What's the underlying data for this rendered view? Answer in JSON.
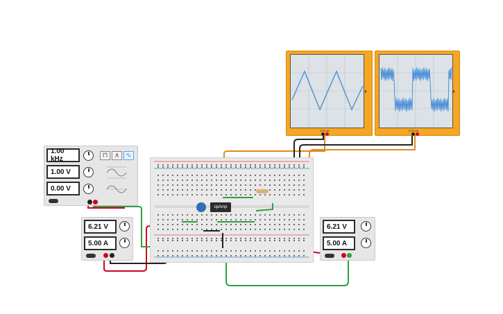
{
  "function_generator": {
    "frequency": "1.00 kHz",
    "amplitude": "1.00 V",
    "offset": "0.00 V",
    "waveforms": [
      "square",
      "triangle",
      "sine"
    ],
    "selected_waveform": "sine"
  },
  "psu_left": {
    "voltage": "6.21 V",
    "current": "5.00 A"
  },
  "psu_right": {
    "voltage": "6.21 V",
    "current": "5.00 A"
  },
  "breadboard": {
    "chip_label": "opAmp"
  },
  "scope_left": {
    "time_label": "2.00 ms",
    "wave": "triangle"
  },
  "scope_right": {
    "time_label": "2.00 ms",
    "wave": "noisy-square"
  },
  "colors": {
    "scope_body": "#f5a623",
    "trace": "#4a90d9",
    "wire_red": "#d0021b",
    "wire_green": "#2ea043",
    "wire_orange": "#e08a1a",
    "wire_black": "#222222"
  }
}
